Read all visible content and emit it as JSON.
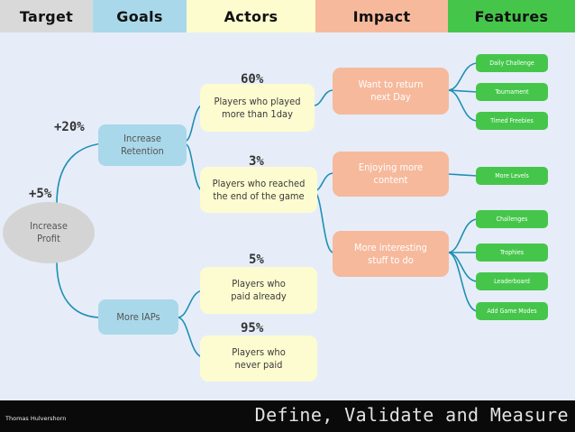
{
  "header": {
    "columns": [
      {
        "label": "Target",
        "color": "#d9d9d9"
      },
      {
        "label": "Goals",
        "color": "#a9d8ea"
      },
      {
        "label": "Actors",
        "color": "#fdfccf"
      },
      {
        "label": "Impact",
        "color": "#f6b99c"
      },
      {
        "label": "Features",
        "color": "#45c64b"
      }
    ]
  },
  "target": {
    "label_line1": "Increase",
    "label_line2": "Profit",
    "percent": "+5%"
  },
  "goals": [
    {
      "line1": "Increase",
      "line2": "Retention",
      "percent": "+20%"
    },
    {
      "line1": "More IAPs"
    }
  ],
  "actors": [
    {
      "line1": "Players who played",
      "line2": "more than 1day",
      "percent": "60%"
    },
    {
      "line1": "Players who reached",
      "line2": "the end of the game",
      "percent": "3%"
    },
    {
      "line1": "Players who",
      "line2": "paid already",
      "percent": "5%"
    },
    {
      "line1": "Players who",
      "line2": "never paid",
      "percent": "95%"
    }
  ],
  "impacts": [
    {
      "line1": "Want to return",
      "line2": "next Day"
    },
    {
      "line1": "Enjoying more",
      "line2": "content"
    },
    {
      "line1": "More interesting",
      "line2": "stuff to do"
    }
  ],
  "features": [
    {
      "label": "Daily Challenge"
    },
    {
      "label": "Tournament"
    },
    {
      "label": "Timed Freebies"
    },
    {
      "label": "More Levels"
    },
    {
      "label": "Challenges"
    },
    {
      "label": "Trophies"
    },
    {
      "label": "Leaderboard"
    },
    {
      "label": "Add Game Modes"
    }
  ],
  "footer": {
    "author": "Thomas Hulvershorn",
    "tagline": "Define, Validate and Measure"
  }
}
